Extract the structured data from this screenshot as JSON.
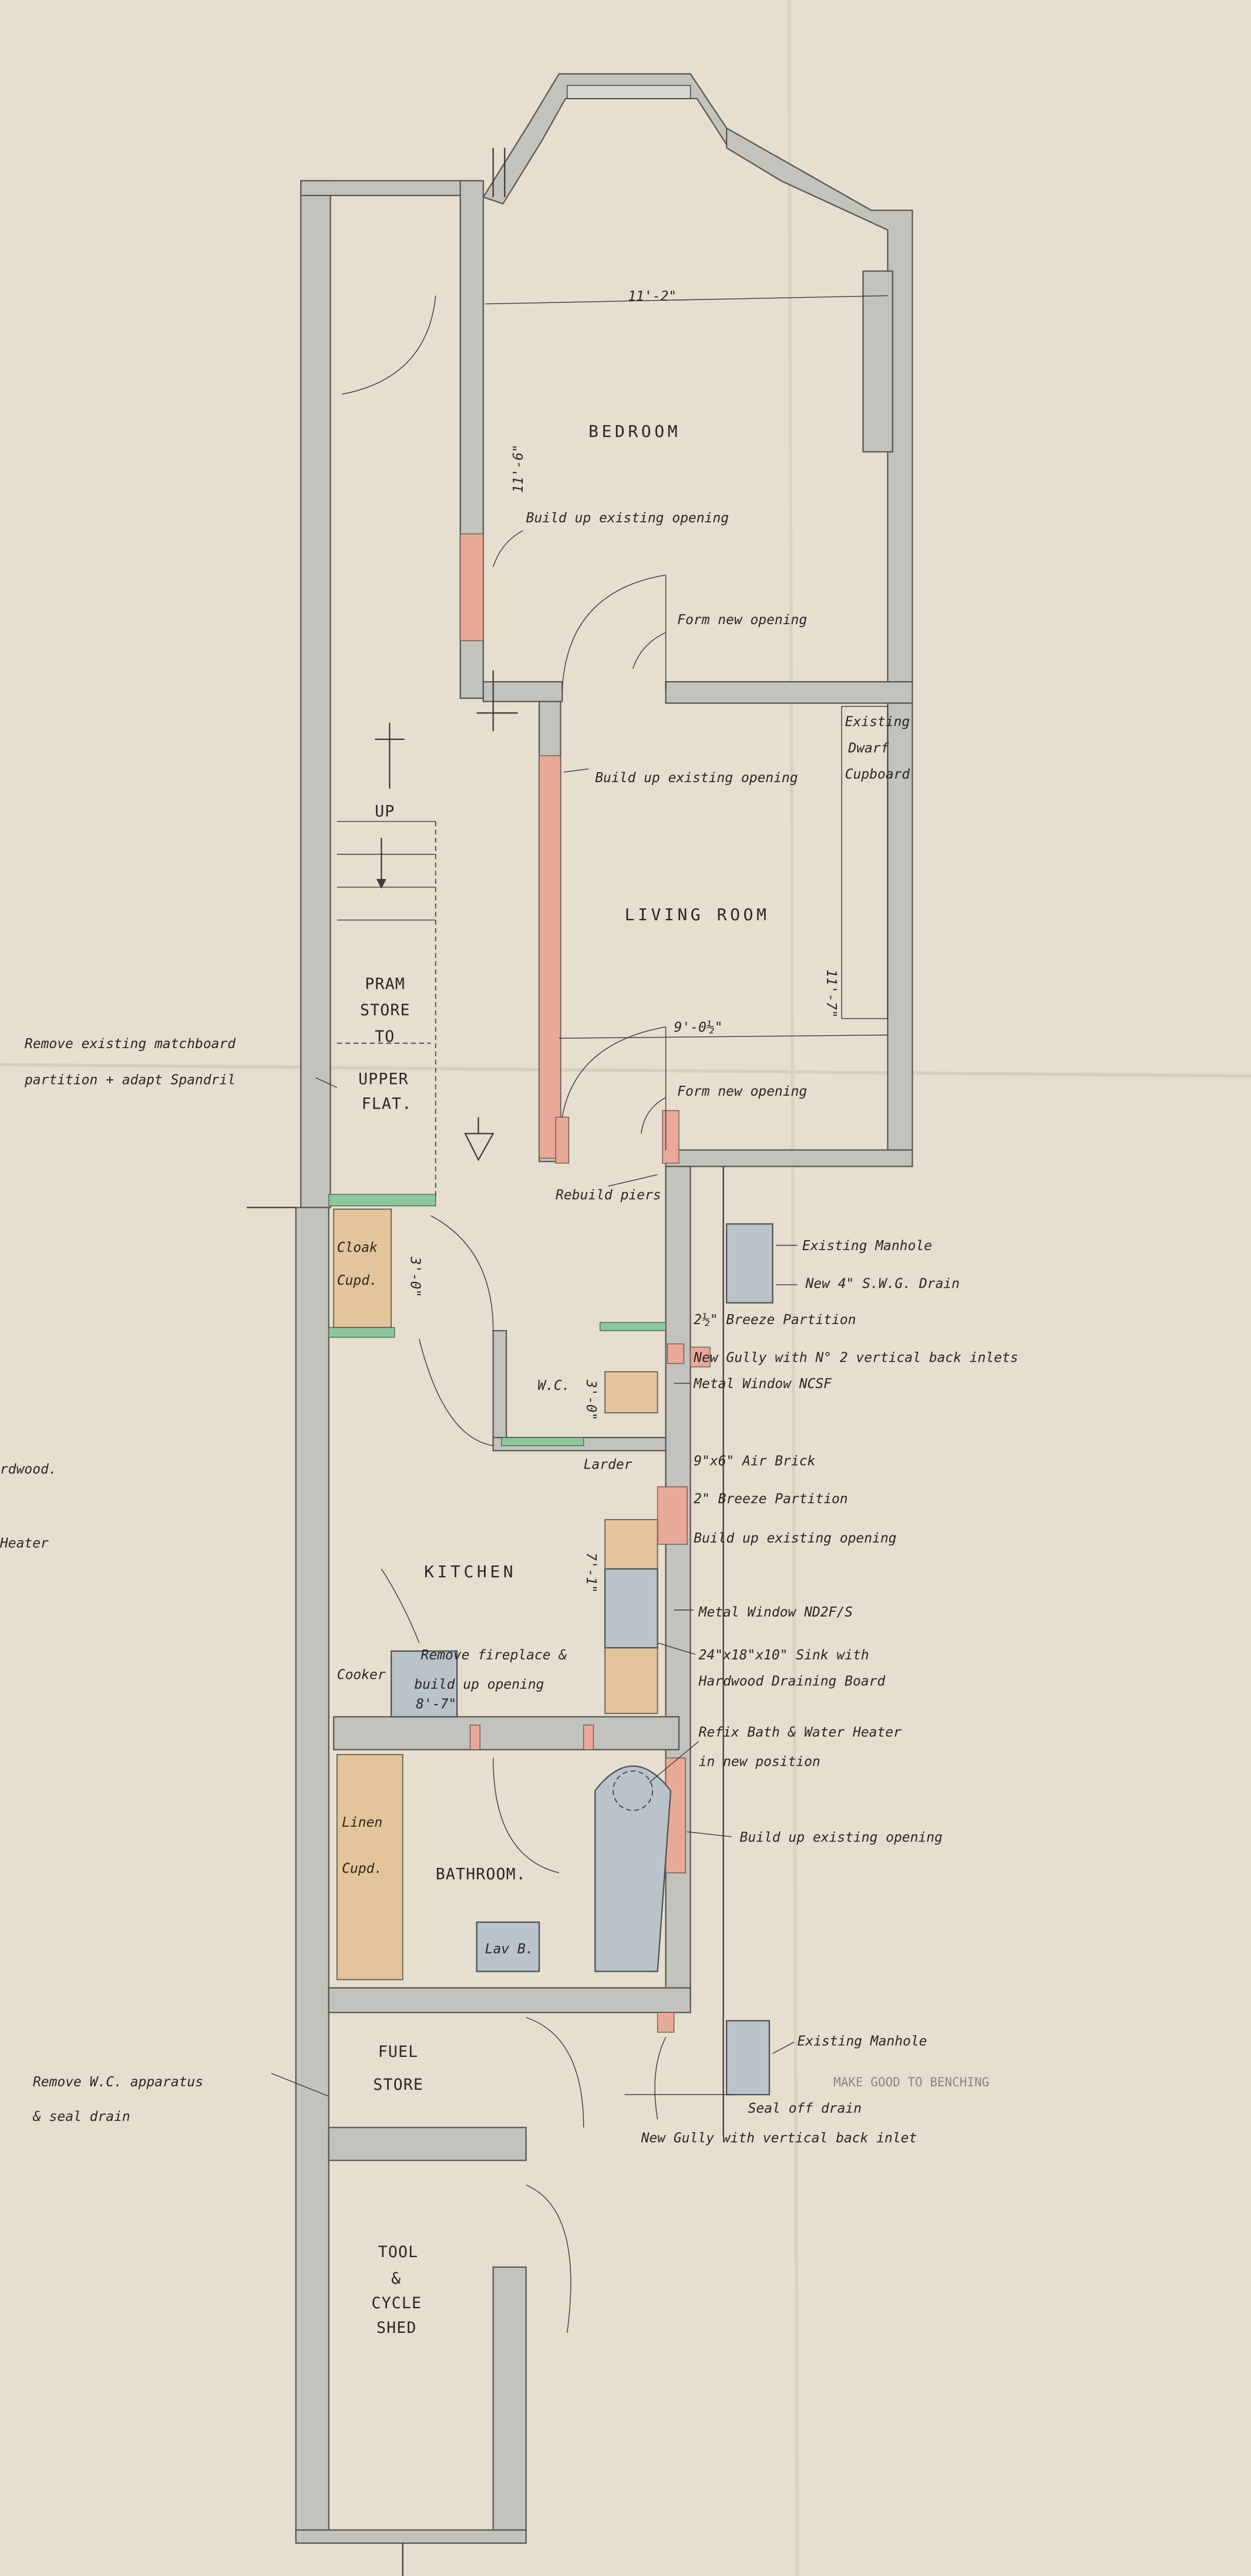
{
  "rooms": {
    "bedroom": "BEDROOM",
    "living_room": "LIVING ROOM",
    "pram_store": [
      "PRAM",
      "STORE",
      "TO",
      "UPPER",
      "FLAT."
    ],
    "cloak_cupd": [
      "Cloak",
      "Cupd."
    ],
    "wc": "W.C.",
    "larder": "Larder",
    "kitchen": "KITCHEN",
    "cooker": "Cooker",
    "linen_cupd": [
      "Linen",
      "Cupd."
    ],
    "bathroom": "BATHROOM.",
    "lav_basin": "Lav B.",
    "fuel_store": [
      "FUEL",
      "STORE"
    ],
    "tool_shed": [
      "TOOL",
      "&",
      "CYCLE",
      "SHED"
    ],
    "dwarf_cupboard": [
      "Existing",
      "Dwarf",
      "Cupboard"
    ],
    "stair_up": "UP"
  },
  "dimensions": {
    "bedroom_width": "11'-2\"",
    "bedroom_depth": "11'-6\"",
    "living_width": "9'-0½\"",
    "living_depth": "11'-7\"",
    "cloak_depth": "3'-0\"",
    "kitchen_width": "8'-7\"",
    "kitchen_depth": "7'-1\"",
    "wc_depth": "3'-0\""
  },
  "notes": {
    "bedroom_build_up": "Build up existing opening",
    "bedroom_form_opening": "Form new opening",
    "living_build_up": "Build up existing opening",
    "living_form_opening": "Form new opening",
    "rebuild_piers": "Rebuild piers",
    "remove_matchboard": [
      "Remove existing matchboard",
      "partition + adapt Spandril"
    ],
    "existing_manhole_1": "Existing Manhole",
    "new_swg_drain": "New 4\" S.W.G. Drain",
    "breeze_partition_1": "2½\" Breeze Partition",
    "new_gully_1": "New Gully with N° 2 vertical back inlets",
    "metal_window_1": "Metal Window NCSF",
    "air_brick": "9\"x6\" Air Brick",
    "breeze_partition_2": "2\" Breeze Partition",
    "kitchen_build_up": "Build up existing opening",
    "metal_window_2": "Metal Window ND2F/S",
    "sink": [
      "24\"x18\"x10\" Sink with",
      "Hardwood Draining Board"
    ],
    "remove_fireplace": [
      "Remove fireplace &",
      "build up opening"
    ],
    "refix_bath": [
      "Refix Bath & Water Heater",
      "in new position"
    ],
    "bath_build_up": "Build up existing opening",
    "existing_manhole_2": "Existing Manhole",
    "make_good": "MAKE GOOD TO BENCHING",
    "seal_off_drain": "Seal off drain",
    "new_gully_2": "New Gully with vertical back inlet",
    "remove_wc": [
      "Remove W.C. apparatus",
      "& seal drain"
    ],
    "cut_off_left_1": "rdwood.",
    "cut_off_left_2": "Heater"
  },
  "colors": {
    "paper": "#e6dfd0",
    "wall": "#c3c3bd",
    "new_brickwork": "#e9a998",
    "breeze_partition": "#8cc79c",
    "joinery": "#e4c49a",
    "fittings": "#b9c3c9"
  }
}
